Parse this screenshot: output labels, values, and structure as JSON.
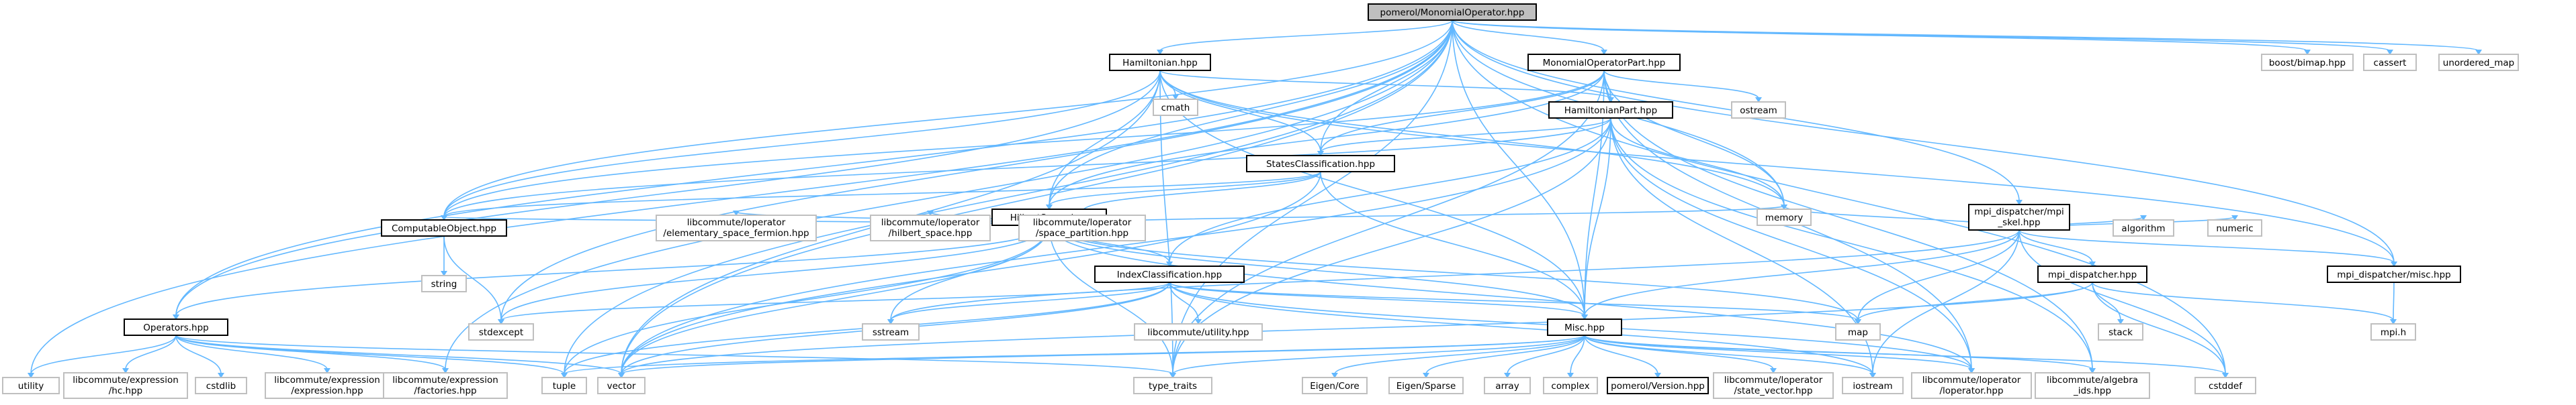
{
  "graph": {
    "title": "pomerol/MonomialOperator.hpp",
    "edge_color": "#63b8ff",
    "nodes": [
      {
        "id": "root",
        "lines": [
          "pomerol/MonomialOperator.hpp"
        ],
        "kind": "root"
      },
      {
        "id": "ham",
        "lines": [
          "Hamiltonian.hpp"
        ],
        "kind": "local"
      },
      {
        "id": "mop",
        "lines": [
          "MonomialOperatorPart.hpp"
        ],
        "kind": "local"
      },
      {
        "id": "boostbimap",
        "lines": [
          "boost/bimap.hpp"
        ],
        "kind": "external"
      },
      {
        "id": "cassert",
        "lines": [
          "cassert"
        ],
        "kind": "external"
      },
      {
        "id": "unordered_map",
        "lines": [
          "unordered_map"
        ],
        "kind": "external"
      },
      {
        "id": "cmath",
        "lines": [
          "cmath"
        ],
        "kind": "external"
      },
      {
        "id": "hampart",
        "lines": [
          "HamiltonianPart.hpp"
        ],
        "kind": "local"
      },
      {
        "id": "ostream",
        "lines": [
          "ostream"
        ],
        "kind": "external"
      },
      {
        "id": "states",
        "lines": [
          "StatesClassification.hpp"
        ],
        "kind": "local"
      },
      {
        "id": "hilbert",
        "lines": [
          "HilbertSpace.hpp"
        ],
        "kind": "local"
      },
      {
        "id": "mpiskel",
        "lines": [
          "mpi_dispatcher/mpi",
          "_skel.hpp"
        ],
        "kind": "local"
      },
      {
        "id": "compobj",
        "lines": [
          "ComputableObject.hpp"
        ],
        "kind": "local"
      },
      {
        "id": "lc_elem",
        "lines": [
          "libcommute/loperator",
          "/elementary_space_fermion.hpp"
        ],
        "kind": "external"
      },
      {
        "id": "lc_hilb",
        "lines": [
          "libcommute/loperator",
          "/hilbert_space.hpp"
        ],
        "kind": "external"
      },
      {
        "id": "lc_spart",
        "lines": [
          "libcommute/loperator",
          "/space_partition.hpp"
        ],
        "kind": "external"
      },
      {
        "id": "idxcls",
        "lines": [
          "IndexClassification.hpp"
        ],
        "kind": "local"
      },
      {
        "id": "memory",
        "lines": [
          "memory"
        ],
        "kind": "external"
      },
      {
        "id": "algorithm",
        "lines": [
          "algorithm"
        ],
        "kind": "external"
      },
      {
        "id": "numeric",
        "lines": [
          "numeric"
        ],
        "kind": "external"
      },
      {
        "id": "mpimisc",
        "lines": [
          "mpi_dispatcher/misc.hpp"
        ],
        "kind": "local"
      },
      {
        "id": "mpidisp",
        "lines": [
          "mpi_dispatcher.hpp"
        ],
        "kind": "local"
      },
      {
        "id": "string",
        "lines": [
          "string"
        ],
        "kind": "external"
      },
      {
        "id": "stdexcept",
        "lines": [
          "stdexcept"
        ],
        "kind": "external"
      },
      {
        "id": "sstream",
        "lines": [
          "sstream"
        ],
        "kind": "external"
      },
      {
        "id": "lc_util",
        "lines": [
          "libcommute/utility.hpp"
        ],
        "kind": "external"
      },
      {
        "id": "map",
        "lines": [
          "map"
        ],
        "kind": "external"
      },
      {
        "id": "stack",
        "lines": [
          "stack"
        ],
        "kind": "external"
      },
      {
        "id": "mpih",
        "lines": [
          "mpi.h"
        ],
        "kind": "external"
      },
      {
        "id": "operators",
        "lines": [
          "Operators.hpp"
        ],
        "kind": "local"
      },
      {
        "id": "misc",
        "lines": [
          "Misc.hpp"
        ],
        "kind": "local"
      },
      {
        "id": "utility",
        "lines": [
          "utility"
        ],
        "kind": "external"
      },
      {
        "id": "lc_hc",
        "lines": [
          "libcommute/expression",
          "/hc.hpp"
        ],
        "kind": "external"
      },
      {
        "id": "cstdlib",
        "lines": [
          "cstdlib"
        ],
        "kind": "external"
      },
      {
        "id": "lc_expr",
        "lines": [
          "libcommute/expression",
          "/expression.hpp"
        ],
        "kind": "external"
      },
      {
        "id": "lc_fact",
        "lines": [
          "libcommute/expression",
          "/factories.hpp"
        ],
        "kind": "external"
      },
      {
        "id": "tuple",
        "lines": [
          "tuple"
        ],
        "kind": "external"
      },
      {
        "id": "vector",
        "lines": [
          "vector"
        ],
        "kind": "external"
      },
      {
        "id": "type_traits",
        "lines": [
          "type_traits"
        ],
        "kind": "external"
      },
      {
        "id": "eigencore",
        "lines": [
          "Eigen/Core"
        ],
        "kind": "external"
      },
      {
        "id": "eigensparse",
        "lines": [
          "Eigen/Sparse"
        ],
        "kind": "external"
      },
      {
        "id": "array",
        "lines": [
          "array"
        ],
        "kind": "external"
      },
      {
        "id": "complex",
        "lines": [
          "complex"
        ],
        "kind": "external"
      },
      {
        "id": "version",
        "lines": [
          "pomerol/Version.hpp"
        ],
        "kind": "local"
      },
      {
        "id": "lc_sv",
        "lines": [
          "libcommute/loperator",
          "/state_vector.hpp"
        ],
        "kind": "external"
      },
      {
        "id": "iostream",
        "lines": [
          "iostream"
        ],
        "kind": "external"
      },
      {
        "id": "lc_lop",
        "lines": [
          "libcommute/loperator",
          "/loperator.hpp"
        ],
        "kind": "external"
      },
      {
        "id": "lc_alg",
        "lines": [
          "libcommute/algebra",
          "_ids.hpp"
        ],
        "kind": "external"
      },
      {
        "id": "cstddef",
        "lines": [
          "cstddef"
        ],
        "kind": "external"
      }
    ]
  }
}
